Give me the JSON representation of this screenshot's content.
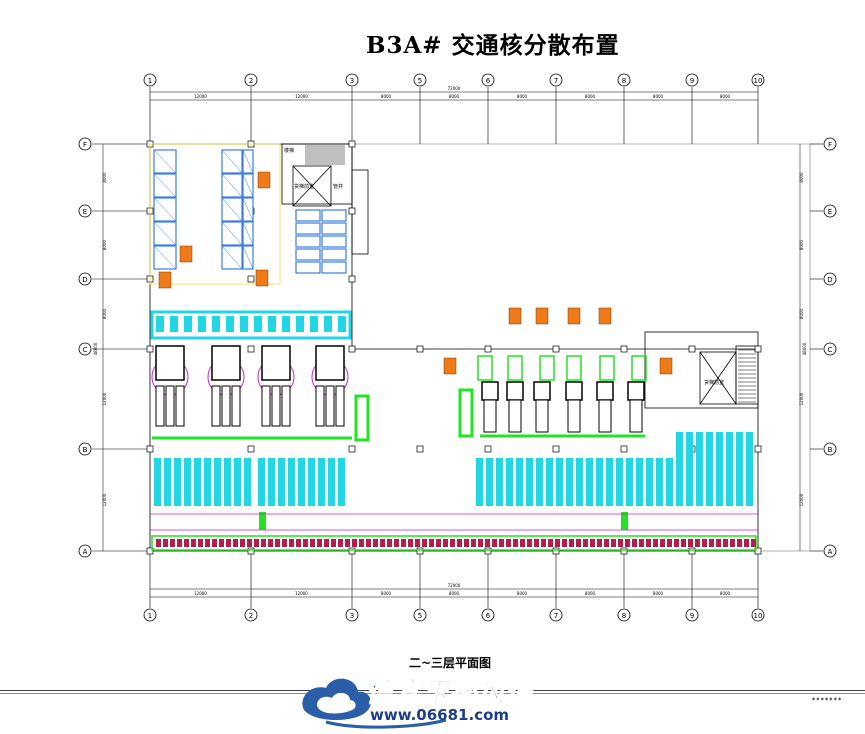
{
  "title": "B3A#   交通核分散布置",
  "floor_caption": "二~三层平面图",
  "grid": {
    "columns": [
      "1",
      "2",
      "3",
      "5",
      "6",
      "7",
      "8",
      "9",
      "10"
    ],
    "rows": [
      "F",
      "E",
      "D",
      "C",
      "B",
      "A"
    ],
    "total_length": "72000",
    "top_spans": [
      "12000",
      "12000",
      "8000",
      "8000",
      "8000",
      "8000",
      "8000",
      "8000"
    ],
    "bottom_spans": [
      "12000",
      "12000",
      "8000",
      "8000",
      "8000",
      "8000",
      "8000",
      "8000"
    ],
    "left_spans": [
      "8000",
      "8000",
      "8000",
      "12000",
      "12000"
    ],
    "right_spans": [
      "8000",
      "8000",
      "8000",
      "12000",
      "12000"
    ],
    "side_label": "48000"
  },
  "room_labels": {
    "stair": "楼梯",
    "elevator_lobby": "货梯前室",
    "shaft": "管井",
    "elevator_lobby_right": "货梯前室"
  },
  "colors": {
    "rack_blue": "#3b7de0",
    "cyan": "#22d6e6",
    "green": "#22e422",
    "magenta": "#cc22cc",
    "orange": "#ef7a1a",
    "yellow": "#e8e040"
  },
  "logo": {
    "brand": "信宜玉都风情",
    "url": "www.06681.com"
  },
  "footer_note": "◆ ◆ ◆ ◆ ◆ ◆ ◆"
}
